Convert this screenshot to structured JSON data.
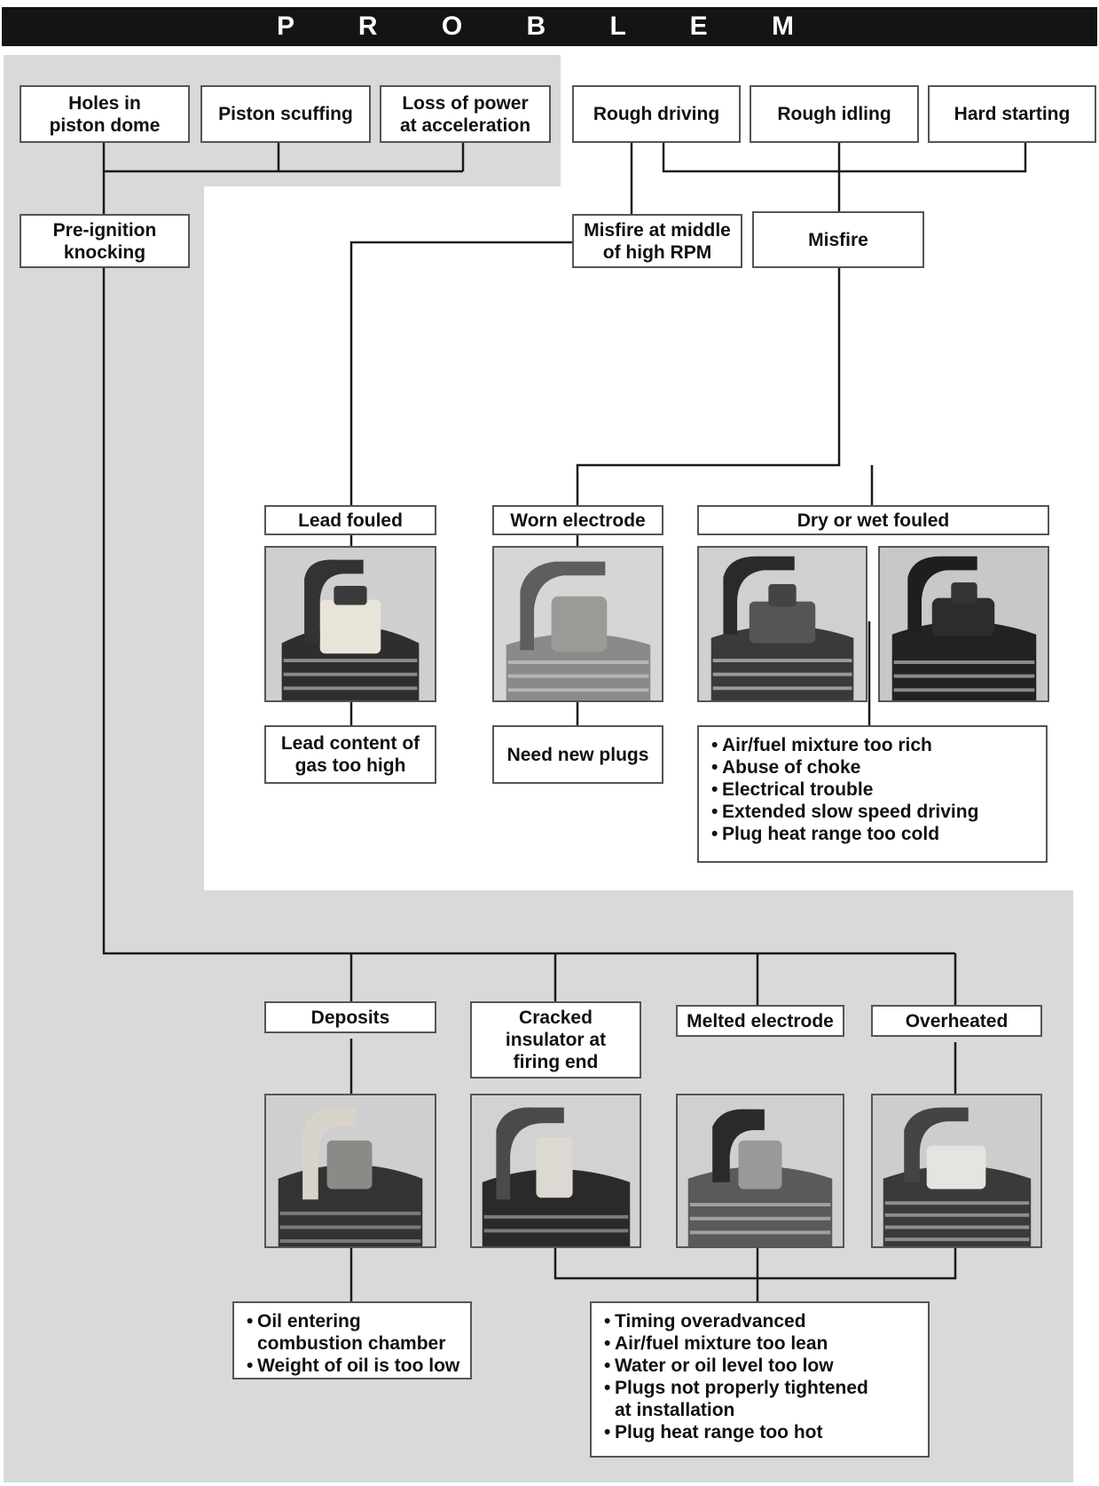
{
  "header": {
    "title": "P R O B L E M"
  },
  "symptoms": {
    "holes_in_piston_dome": "Holes in\npiston dome",
    "piston_scuffing": "Piston scuffing",
    "loss_of_power": "Loss of power\nat acceleration",
    "rough_driving": "Rough driving",
    "rough_idling": "Rough idling",
    "hard_starting": "Hard starting"
  },
  "intermediate": {
    "pre_ignition": "Pre-ignition\nknocking",
    "misfire_mid_high": "Misfire at middle\nof high RPM",
    "misfire": "Misfire"
  },
  "conditions": {
    "lead_fouled": "Lead fouled",
    "worn_electrode": "Worn electrode",
    "dry_wet_fouled": "Dry or wet fouled",
    "deposits": "Deposits",
    "cracked_insulator": "Cracked\ninsulator at\nfiring end",
    "melted_electrode": "Melted electrode",
    "overheated": "Overheated"
  },
  "causes": {
    "lead_content": "Lead content of\ngas too high",
    "need_new_plugs": "Need new plugs",
    "dry_wet_list": [
      "Air/fuel mixture too rich",
      "Abuse of choke",
      "Electrical trouble",
      "Extended slow speed driving",
      "Plug heat range too cold"
    ],
    "deposits_list": [
      "Oil entering\ncombustion chamber",
      "Weight of oil is too low"
    ],
    "overheat_list": [
      "Timing overadvanced",
      "Air/fuel mixture too lean",
      "Water or oil level too low",
      "Plugs not properly tightened\nat installation",
      "Plug heat range too hot"
    ]
  },
  "colors": {
    "panel_gray": "#d8d9d9",
    "header_black": "#141414",
    "line": "#1a1a1a"
  }
}
